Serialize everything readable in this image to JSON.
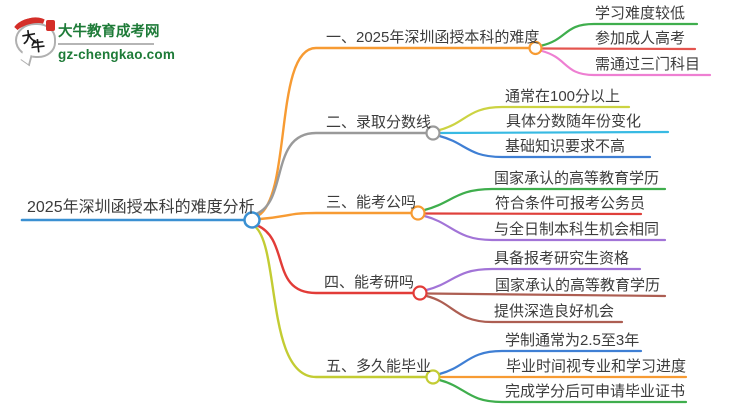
{
  "logo": {
    "bubble_char_1": "大",
    "bubble_char_2": "牛",
    "site_name": "大牛教育成考网",
    "site_url": "gz-chengkao.com",
    "brand_green": "#1e7b38",
    "seal_red": "#d42e28"
  },
  "mindmap": {
    "root": {
      "label": "2025年深圳函授本科的难度分析",
      "color": "#3a90d2"
    },
    "branches": [
      {
        "label": "一、2025年深圳函授本科的难度",
        "color": "#f79b33",
        "children": [
          {
            "label": "学习难度较低",
            "color": "#3fae4d"
          },
          {
            "label": "参加成人高考",
            "color": "#e4544e"
          },
          {
            "label": "需通过三门科目",
            "color": "#ee7fd2"
          }
        ]
      },
      {
        "label": "二、录取分数线",
        "color": "#9a9a9a",
        "children": [
          {
            "label": "通常在100分以上",
            "color": "#ccd342"
          },
          {
            "label": "具体分数随年份变化",
            "color": "#38bae3"
          },
          {
            "label": "基础知识要求不高",
            "color": "#3f7fd4"
          }
        ]
      },
      {
        "label": "三、能考公吗",
        "color": "#f79b33",
        "children": [
          {
            "label": "国家承认的高等教育学历",
            "color": "#3fae4d"
          },
          {
            "label": "符合条件可报考公务员",
            "color": "#df403b"
          },
          {
            "label": "与全日制本科生机会相同",
            "color": "#a274d7"
          }
        ]
      },
      {
        "label": "四、能考研吗",
        "color": "#e23c38",
        "children": [
          {
            "label": "具备报考研究生资格",
            "color": "#a274d7"
          },
          {
            "label": "国家承认的高等教育学历",
            "color": "#ad5e52"
          },
          {
            "label": "提供深造良好机会",
            "color": "#ad5e52"
          }
        ]
      },
      {
        "label": "五、多久能毕业",
        "color": "#c3cc33",
        "children": [
          {
            "label": "学制通常为2.5至3年",
            "color": "#3f7fd4"
          },
          {
            "label": "毕业时间视专业和学习进度",
            "color": "#f79b33"
          },
          {
            "label": "完成学分后可申请毕业证书",
            "color": "#3fae4d"
          }
        ]
      }
    ]
  }
}
